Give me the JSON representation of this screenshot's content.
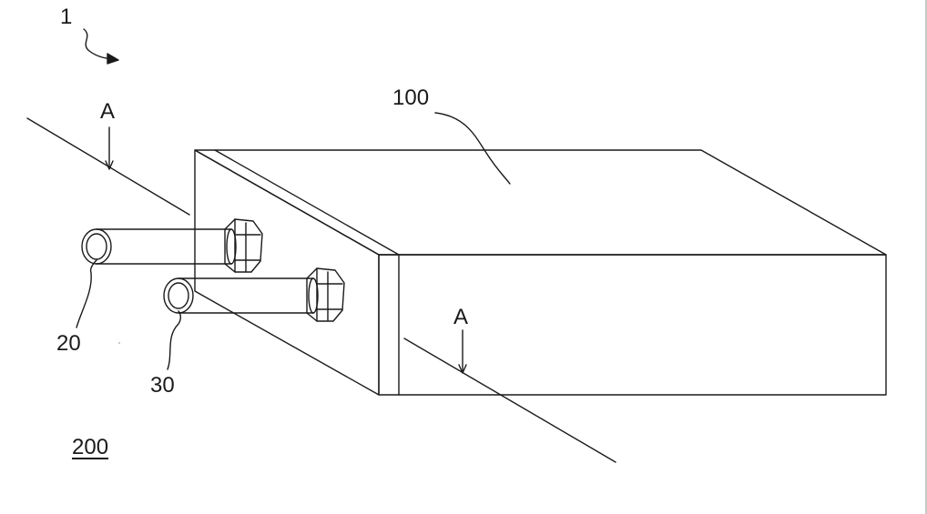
{
  "labels": {
    "device": "1",
    "housing": "100",
    "first_pipe": "20",
    "second_pipe": "30",
    "assembly": "200",
    "section_mark_1": "A",
    "section_mark_2": "A"
  },
  "colors": {
    "line": "#1a1a1a",
    "background": "#ffffff"
  }
}
